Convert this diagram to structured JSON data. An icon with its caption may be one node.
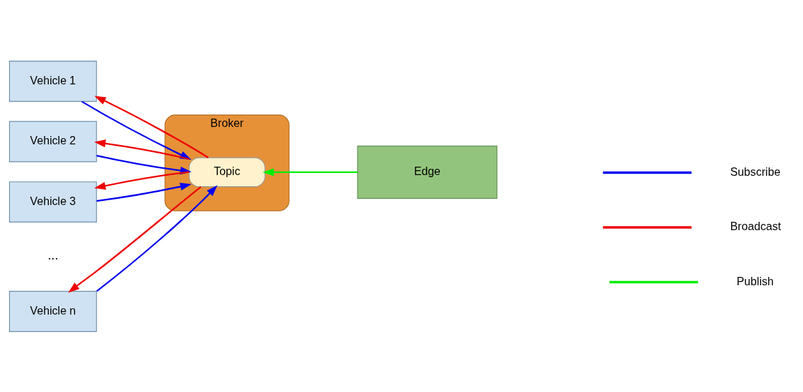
{
  "diagram": {
    "nodes": [
      {
        "text": [
          "Vehicle 1"
        ]
      },
      {
        "text": [
          "Vehicle 2"
        ]
      },
      {
        "text": [
          "Vehicle 3"
        ]
      },
      {
        "text": [
          "Vehicle n"
        ]
      },
      {
        "text": [
          "Broker"
        ]
      },
      {
        "text": [
          "Topic"
        ],
        "in": 4
      },
      {
        "text": [
          "Edge"
        ]
      }
    ],
    "edges": [
      {
        "from": 0,
        "to": 5,
        "arrow": "to",
        "color": "#0000ee"
      },
      {
        "from": 1,
        "to": 5,
        "arrow": "to",
        "color": "#0000ee"
      },
      {
        "from": 2,
        "to": 5,
        "arrow": "to",
        "color": "#0000ee"
      },
      {
        "from": 3,
        "to": 5,
        "arrow": "to",
        "color": "#0000ee"
      },
      {
        "from": 5,
        "to": 0,
        "arrow": "to",
        "color": "#ee0000"
      },
      {
        "from": 5,
        "to": 1,
        "arrow": "to",
        "color": "#ee0000"
      },
      {
        "from": 5,
        "to": 2,
        "arrow": "to",
        "color": "#ee0000"
      },
      {
        "from": 5,
        "to": 3,
        "arrow": "to",
        "color": "#ee0000"
      },
      {
        "from": 6,
        "to": 5,
        "arrow": "to",
        "color": "#00ee00"
      }
    ],
    "labels": [
      "..."
    ],
    "legend": [
      {
        "text": "Subscribe"
      },
      {
        "text": "Broadcast"
      },
      {
        "text": "Publish"
      }
    ]
  }
}
